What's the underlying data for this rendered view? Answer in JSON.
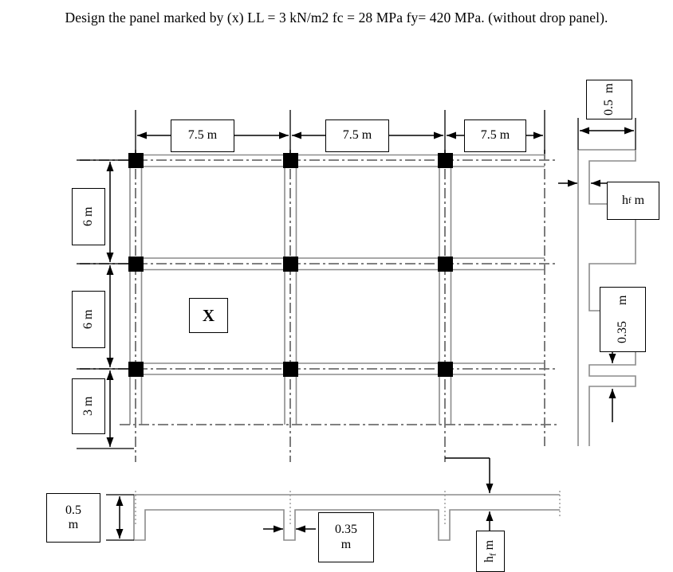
{
  "problem": {
    "statement": "Design the panel marked by (x) LL = 3 kN/m2 fc = 28 MPa fy= 420 MPa. (without drop panel)."
  },
  "figure": {
    "panel_marker": "X",
    "top_dimensions": [
      {
        "id": "bay-1",
        "text": "7.5 m"
      },
      {
        "id": "bay-2",
        "text": "7.5 m"
      },
      {
        "id": "bay-3",
        "text": "7.5 m"
      }
    ],
    "left_dimensions": [
      {
        "id": "row-1",
        "text": "6 m"
      },
      {
        "id": "row-2",
        "text": "6 m"
      },
      {
        "id": "row-3",
        "text": "3 m"
      }
    ],
    "section_right": {
      "width_label": {
        "value": "0.5",
        "unit": "m"
      },
      "thickness_label": {
        "symbol": "h",
        "subscript": "f",
        "unit": "m"
      },
      "depth_label": {
        "value": "0.35",
        "unit": "m"
      }
    },
    "section_bottom": {
      "height_label": {
        "value": "0.5",
        "unit": "m"
      },
      "width_label": {
        "value": "0.35",
        "unit": "m"
      },
      "thickness_label": {
        "symbol": "h",
        "subscript": "f",
        "unit": "m"
      }
    }
  },
  "colors": {
    "column_fill": "#000000",
    "beam_line": "#808080",
    "centerline": "#707070",
    "dimension_line": "#000000",
    "background": "#ffffff"
  }
}
